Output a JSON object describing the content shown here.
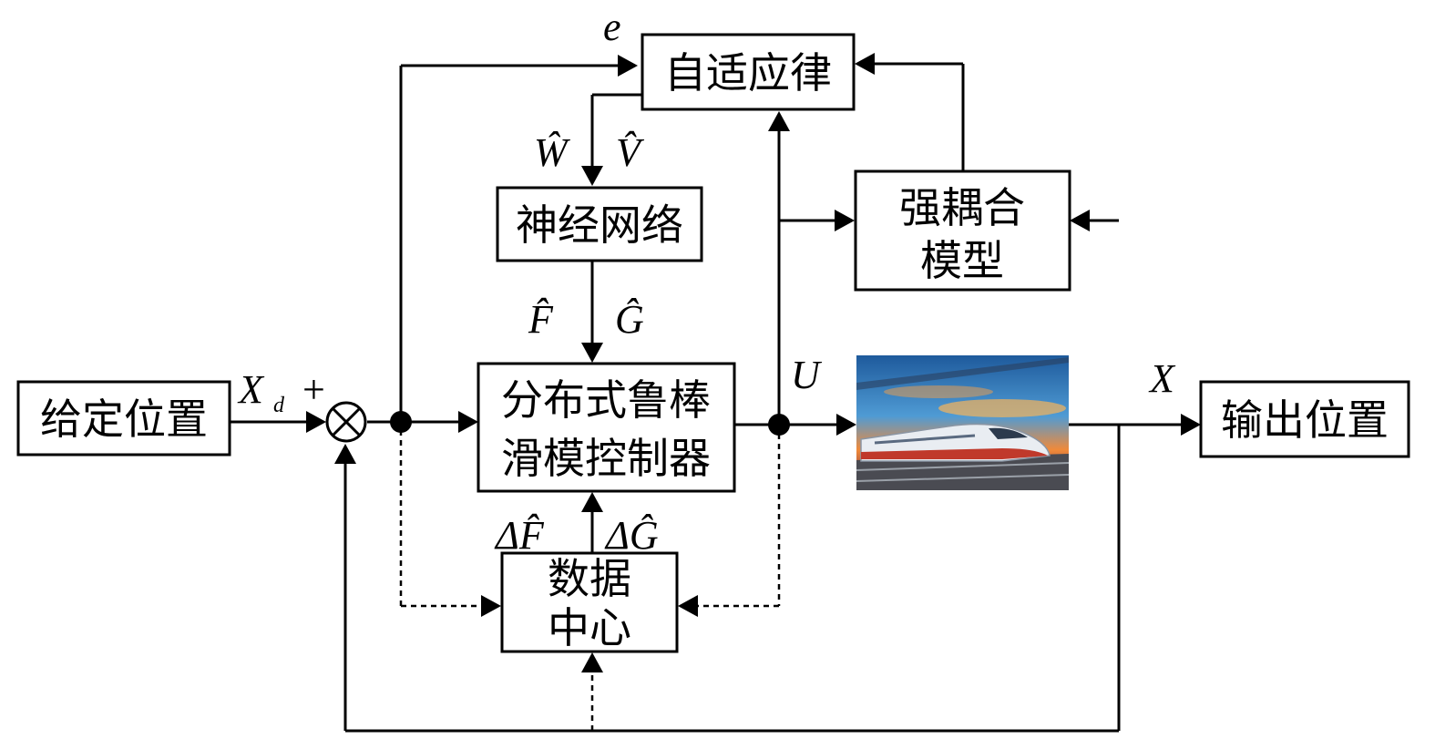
{
  "blocks": {
    "setpoint": "给定位置",
    "adaptive_law": "自适应律",
    "neural_network": "神经网络",
    "controller_line1": "分布式鲁棒",
    "controller_line2": "滑模控制器",
    "coupling_line1": "强耦合",
    "coupling_line2": "模型",
    "datacenter_line1": "数据",
    "datacenter_line2": "中心",
    "output": "输出位置"
  },
  "signals": {
    "xd_main": "X",
    "xd_sub": "d",
    "plus": "+",
    "e": "e",
    "w_hat": "Ŵ",
    "v_hat": "V̂",
    "f_hat": "F̂",
    "g_hat": "Ĝ",
    "delta_f": "ΔF̂",
    "delta_g": "ΔĜ",
    "u": "U",
    "x": "X"
  },
  "plant": {
    "image": "high-speed-train-photo",
    "colors": {
      "sky_top": "#1e5a9c",
      "sky_mid": "#4f9bd4",
      "sunset": "#f08a3a",
      "ground": "#5d5e66",
      "train_body": "#e9edf2",
      "train_stripe": "#c0392b"
    }
  }
}
